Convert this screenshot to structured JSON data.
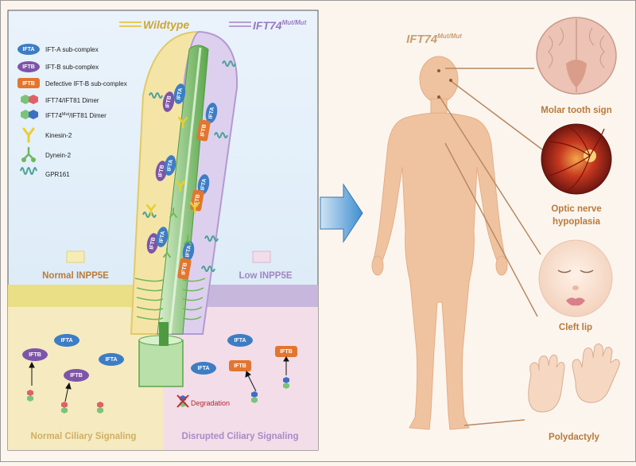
{
  "left_panel": {
    "wildtype_label": "Wildtype",
    "mutant_label_main": "IFT74",
    "mutant_label_sup": "Mut/Mut",
    "legend": [
      {
        "label": "IFT-A sub-complex",
        "icon": "ift-a-pill"
      },
      {
        "label": "IFT-B sub-complex",
        "icon": "ift-b-pill"
      },
      {
        "label": "Defective IFT-B sub-complex",
        "icon": "defective-ift-b-pill"
      },
      {
        "label": "IFT74/IFT81 Dimer",
        "icon": "dimer-icon"
      },
      {
        "label_main": "IFT74",
        "label_sup": "Mut",
        "label_rest": "/IFT81 Dimer",
        "icon": "mutant-dimer-icon"
      },
      {
        "label": "Kinesin-2",
        "icon": "kinesin-icon"
      },
      {
        "label": "Dynein-2",
        "icon": "dynein-icon"
      },
      {
        "label": "GPR161",
        "icon": "gpr161-icon"
      }
    ],
    "pill_text": {
      "ift_a": "IFTA",
      "ift_b": "IFTB"
    },
    "normal_inpp5e": "Normal INPP5E",
    "low_inpp5e": "Low INPP5E",
    "degradation": "Degradation",
    "normal_signaling": "Normal Ciliary Signaling",
    "disrupted_signaling": "Disrupted Ciliary Signaling"
  },
  "right_panel": {
    "title_main": "IFT74",
    "title_sup": "Mut/Mut",
    "phenotypes": [
      {
        "label": "Molar tooth sign",
        "icon": "brain-icon"
      },
      {
        "label_line1": "Optic nerve",
        "label_line2": "hypoplasia",
        "icon": "retina-icon"
      },
      {
        "label": "Cleft lip",
        "icon": "face-icon"
      },
      {
        "label": "Polydactyly",
        "icon": "hands-icon"
      }
    ]
  },
  "colors": {
    "ift_a": "#3d7dc4",
    "ift_b": "#7d55a8",
    "defective_ift_b": "#e2762f",
    "phenotype_text": "#b97a3a",
    "cilium_green": "#6fb85a",
    "skin": "#f0c3a0"
  }
}
